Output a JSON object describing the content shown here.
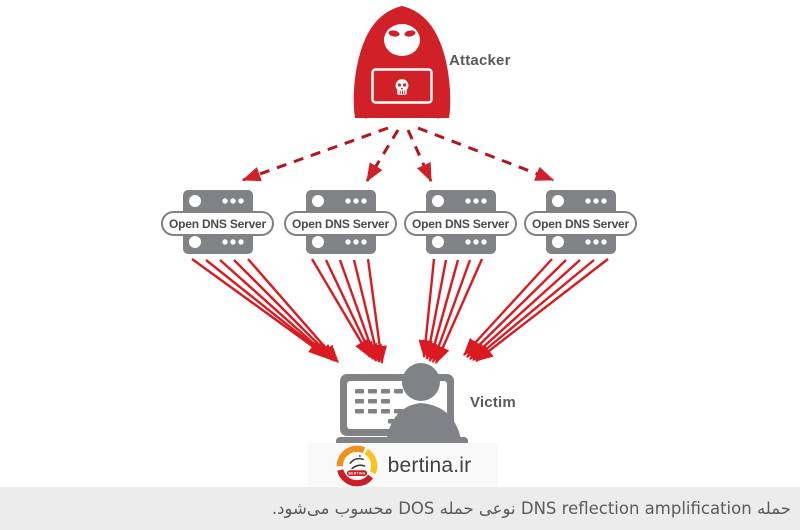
{
  "attacker": {
    "label": "Attacker"
  },
  "servers": {
    "items": [
      {
        "label": "Open DNS Server"
      },
      {
        "label": "Open DNS Server"
      },
      {
        "label": "Open DNS Server"
      },
      {
        "label": "Open DNS Server"
      }
    ]
  },
  "victim": {
    "label": "Victim"
  },
  "watermark": {
    "brand": "bertina.ir",
    "logo_text": "BERTINA"
  },
  "caption": {
    "text": "حمله DNS reflection amplification نوعی حمله DOS محسوب می‌شود."
  },
  "colors": {
    "figure_red": "#cf2127",
    "arrow_red": "#da1a20",
    "dashed_arrow_red": "#b2161b",
    "device_gray": "#808285",
    "label_gray": "#58595b",
    "pill_text": "#4a4b4d",
    "caption_background": "#ececec",
    "caption_text": "#5b5b5b",
    "logo_orange": "#f2901e",
    "logo_yellow": "#fcc21c",
    "logo_red": "#ce1d24",
    "brand_text": "#3f4041"
  }
}
